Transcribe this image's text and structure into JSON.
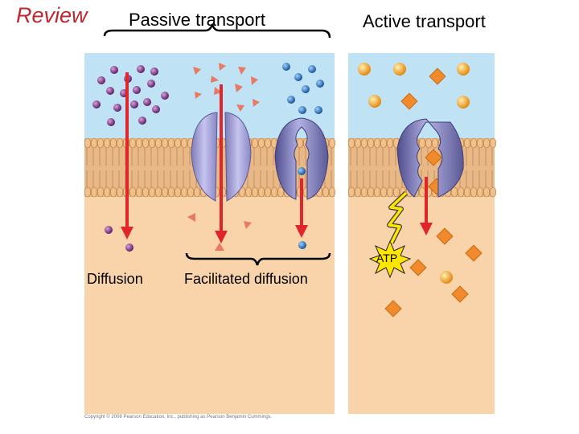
{
  "title": "Review",
  "passive_label": "Passive transport",
  "active_label": "Active transport",
  "diffusion_label": "Diffusion",
  "facilitated_label": "Facilitated diffusion",
  "atp_label": "ATP",
  "copyright": "Copyright © 2008 Pearson Education, Inc., publishing as Pearson Benjamin Cummings.",
  "colors": {
    "title": "#c0272d",
    "extracellular": "#bfe3f5",
    "cytoplasm": "#f9d3a9",
    "membrane": "#e8b886",
    "arrow": "#e0262b",
    "purple_molecule": "#7a2e7f",
    "triangle_molecule": "#e87a62",
    "blue_molecule": "#2a78c8",
    "orange_molecule": "#f2a33a",
    "channel_protein": "#a8a6d8",
    "carrier_protein": "#7a79b8",
    "atp_burst": "#ffe600"
  }
}
